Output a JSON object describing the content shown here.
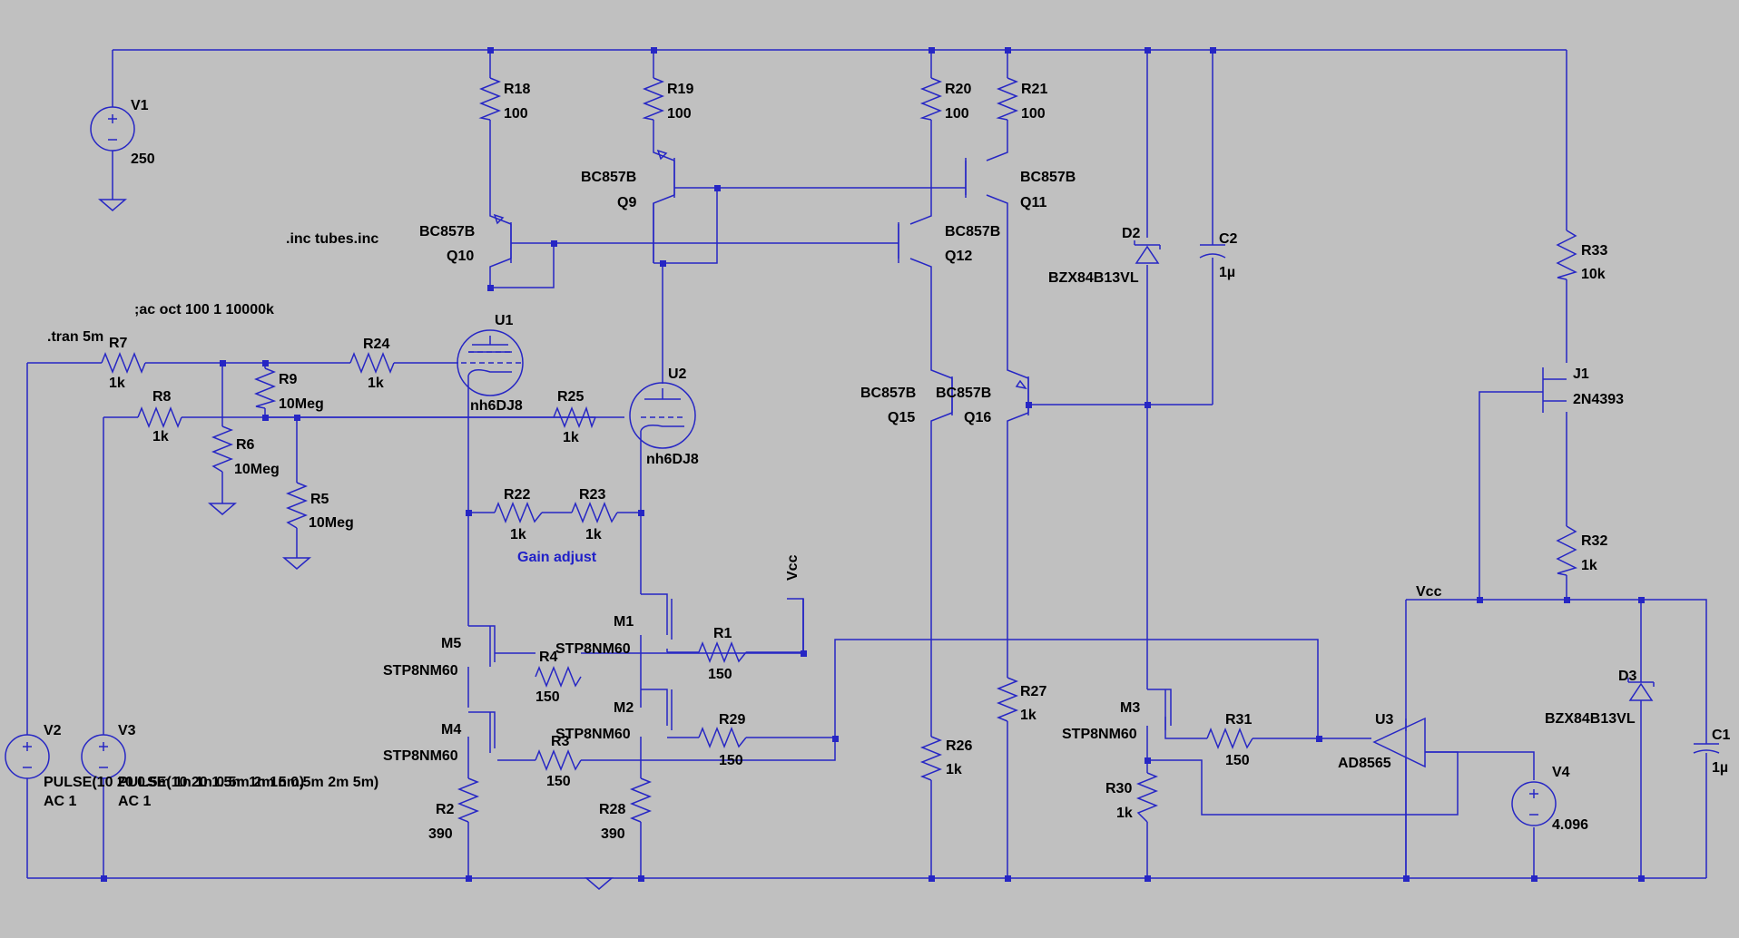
{
  "colors": {
    "background": "#c0c0c0",
    "wire": "#2626c4",
    "text": "#000000",
    "comment": "#2020c8"
  },
  "directives": {
    "include": ".inc tubes.inc",
    "ac": ";ac oct 100 1 10000k",
    "tran": ".tran 5m",
    "gain_adjust": "Gain adjust"
  },
  "sources": {
    "V1": {
      "ref": "V1",
      "value": "250"
    },
    "V2": {
      "ref": "V2",
      "value": "PULSE(10 20 0.5m 1n 1n 0.5m 2m 5m)",
      "value2": "AC 1"
    },
    "V3": {
      "ref": "V3",
      "value": "PULSE(10 20 1.5m 1n 1n 0.5m 2m 5m)",
      "value2": "AC 1"
    },
    "V4": {
      "ref": "V4",
      "value": "4.096"
    }
  },
  "resistors": {
    "R18": {
      "ref": "R18",
      "value": "100"
    },
    "R19": {
      "ref": "R19",
      "value": "100"
    },
    "R20": {
      "ref": "R20",
      "value": "100"
    },
    "R21": {
      "ref": "R21",
      "value": "100"
    },
    "R7": {
      "ref": "R7",
      "value": "1k"
    },
    "R24": {
      "ref": "R24",
      "value": "1k"
    },
    "R9": {
      "ref": "R9",
      "value": "10Meg"
    },
    "R8": {
      "ref": "R8",
      "value": "1k"
    },
    "R6": {
      "ref": "R6",
      "value": "10Meg"
    },
    "R5": {
      "ref": "R5",
      "value": "10Meg"
    },
    "R25": {
      "ref": "R25",
      "value": "1k"
    },
    "R22": {
      "ref": "R22",
      "value": "1k"
    },
    "R23": {
      "ref": "R23",
      "value": "1k"
    },
    "R1": {
      "ref": "R1",
      "value": "150"
    },
    "R4": {
      "ref": "R4",
      "value": "150"
    },
    "R29": {
      "ref": "R29",
      "value": "150"
    },
    "R3": {
      "ref": "R3",
      "value": "150"
    },
    "R2": {
      "ref": "R2",
      "value": "390"
    },
    "R28": {
      "ref": "R28",
      "value": "390"
    },
    "R26": {
      "ref": "R26",
      "value": "1k"
    },
    "R27": {
      "ref": "R27",
      "value": "1k"
    },
    "R31": {
      "ref": "R31",
      "value": "150"
    },
    "R30": {
      "ref": "R30",
      "value": "1k"
    },
    "R33": {
      "ref": "R33",
      "value": "10k"
    },
    "R32": {
      "ref": "R32",
      "value": "1k"
    }
  },
  "transistors": {
    "Q9": {
      "ref": "Q9",
      "model": "BC857B"
    },
    "Q10": {
      "ref": "Q10",
      "model": "BC857B"
    },
    "Q11": {
      "ref": "Q11",
      "model": "BC857B"
    },
    "Q12": {
      "ref": "Q12",
      "model": "BC857B"
    },
    "Q15": {
      "ref": "Q15",
      "model": "BC857B"
    },
    "Q16": {
      "ref": "Q16",
      "model": "BC857B"
    }
  },
  "tubes": {
    "U1": {
      "ref": "U1",
      "model": "nh6DJ8"
    },
    "U2": {
      "ref": "U2",
      "model": "nh6DJ8"
    }
  },
  "mosfets": {
    "M1": {
      "ref": "M1",
      "model": "STP8NM60"
    },
    "M2": {
      "ref": "M2",
      "model": "STP8NM60"
    },
    "M3": {
      "ref": "M3",
      "model": "STP8NM60"
    },
    "M4": {
      "ref": "M4",
      "model": "STP8NM60"
    },
    "M5": {
      "ref": "M5",
      "model": "STP8NM60"
    }
  },
  "diodes": {
    "D2": {
      "ref": "D2",
      "model": "BZX84B13VL"
    },
    "D3": {
      "ref": "D3",
      "model": "BZX84B13VL"
    }
  },
  "capacitors": {
    "C1": {
      "ref": "C1",
      "value": "1µ"
    },
    "C2": {
      "ref": "C2",
      "value": "1µ"
    }
  },
  "jfet": {
    "J1": {
      "ref": "J1",
      "model": "2N4393"
    }
  },
  "opamp": {
    "U3": {
      "ref": "U3",
      "model": "AD8565"
    }
  },
  "nets": {
    "vcc1": "Vcc",
    "vcc2": "Vcc"
  }
}
